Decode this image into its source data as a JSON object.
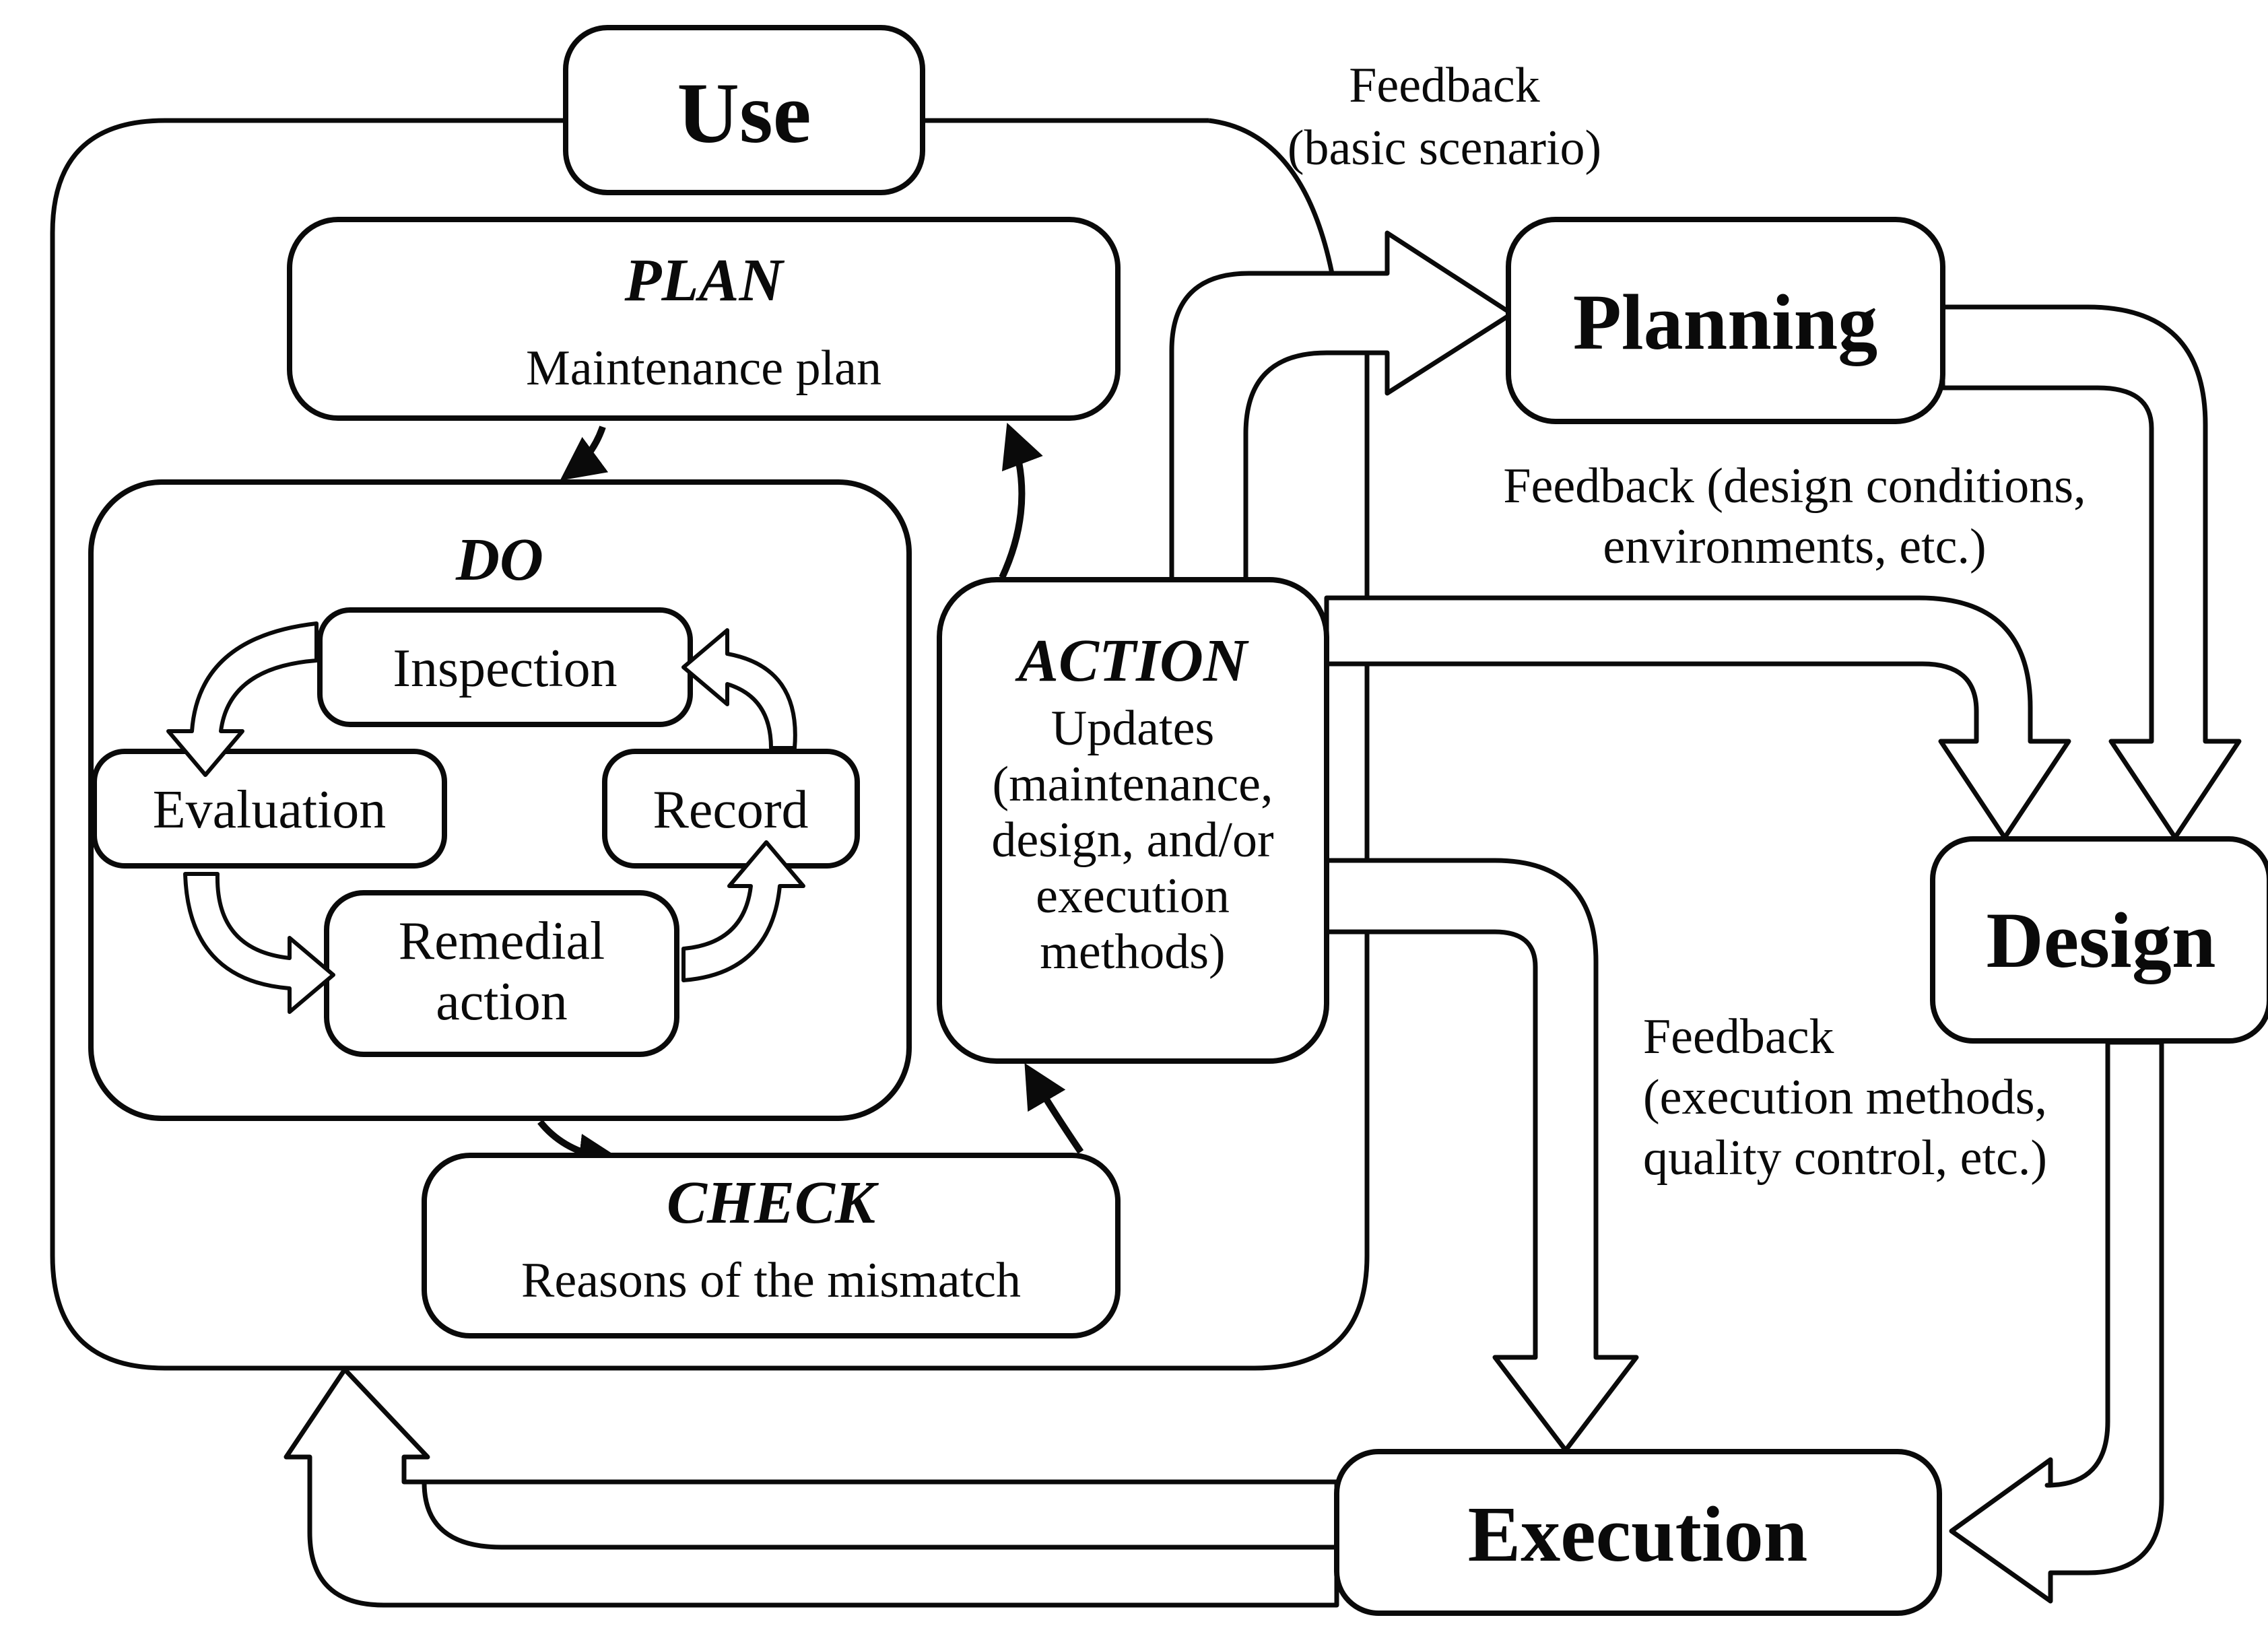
{
  "diagram": {
    "use_label": "Use",
    "plan": {
      "title": "PLAN",
      "subtitle": "Maintenance plan"
    },
    "do_cycle": {
      "title": "DO",
      "inspection": "Inspection",
      "evaluation": "Evaluation",
      "record": "Record",
      "remedial_line1": "Remedial",
      "remedial_line2": "action"
    },
    "check": {
      "title": "CHECK",
      "subtitle": "Reasons of the mismatch"
    },
    "action": {
      "title": "ACTION",
      "lines": [
        "Updates",
        "(maintenance,",
        "design, and/or",
        "execution",
        "methods)"
      ]
    },
    "planning_label": "Planning",
    "design_label": "Design",
    "execution_label": "Execution",
    "feedback_basic": {
      "line1": "Feedback",
      "line2": "(basic scenario)"
    },
    "feedback_design": {
      "line1": "Feedback (design conditions,",
      "line2": "environments, etc.)"
    },
    "feedback_execution": {
      "line1": "Feedback",
      "line2": "(execution methods,",
      "line3": "quality control, etc.)"
    }
  },
  "colors": {
    "ink": "#0a0a0a",
    "paper": "#ffffff"
  }
}
